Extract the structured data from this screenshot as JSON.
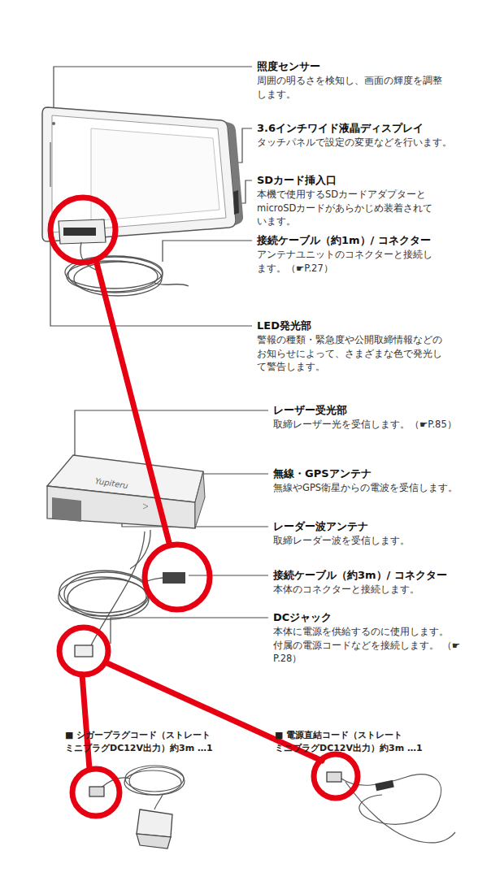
{
  "diagram": {
    "labels": [
      "照度センサー",
      "周囲の明るさを検知し、画面の輝度を調整 します。",
      "3.6インチワイド液晶ディスプレイ",
      "タッチパネルで設定の変更などを行います。",
      "SDカード挿入口",
      "本機で使用するSDカードアダプターと microSDカードがあらかじめ装着されて います。",
      "接続ケーブル（約1m）/ コネクター",
      "アンテナユニットのコネクターと接続し ます。（☛P.27）",
      "LED発光部",
      "警報の種類・緊急度や公開取締情報などの お知らせによって、さまざまな色で発光し て警告します。",
      "レーザー受光部",
      "取締レーザー光を受信します。（☛P.85）",
      "無線・GPSアンテナ",
      "無線やGPS衛星からの電波を受信します。",
      "レーダー波アンテナ",
      "取締レーダー波を受信します。",
      "接続ケーブル（約3m）/ コネクター",
      "本体のコネクターと接続します。",
      "DCジャック",
      "本体に電源を供給するのに使用します。 付属の電源コードなどを接続します。 （☛P.28）",
      "■ シガープラグコード（ストレート ミニプラグDC12V出力）約3m …1",
      "■ 電源直結コード（ストレート ミニプラグDC12V出力）約3m …1",
      "Yupiteru"
    ]
  }
}
